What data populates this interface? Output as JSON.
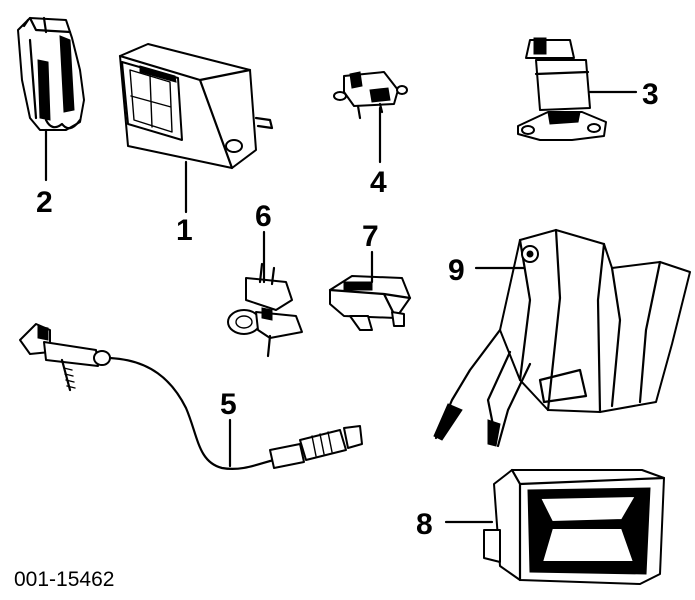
{
  "figure_id": "001-15462",
  "parts": [
    {
      "number": "1",
      "icon": "charcoal-canister-icon"
    },
    {
      "number": "2",
      "icon": "purge-solenoid-icon"
    },
    {
      "number": "3",
      "icon": "egr-valve-icon"
    },
    {
      "number": "4",
      "icon": "vacuum-solenoid-icon"
    },
    {
      "number": "5",
      "icon": "oxygen-sensor-icon"
    },
    {
      "number": "6",
      "icon": "position-sensor-icon"
    },
    {
      "number": "7",
      "icon": "control-module-icon"
    },
    {
      "number": "8",
      "icon": "pcm-icon"
    },
    {
      "number": "9",
      "icon": "mounting-bracket-icon"
    }
  ]
}
